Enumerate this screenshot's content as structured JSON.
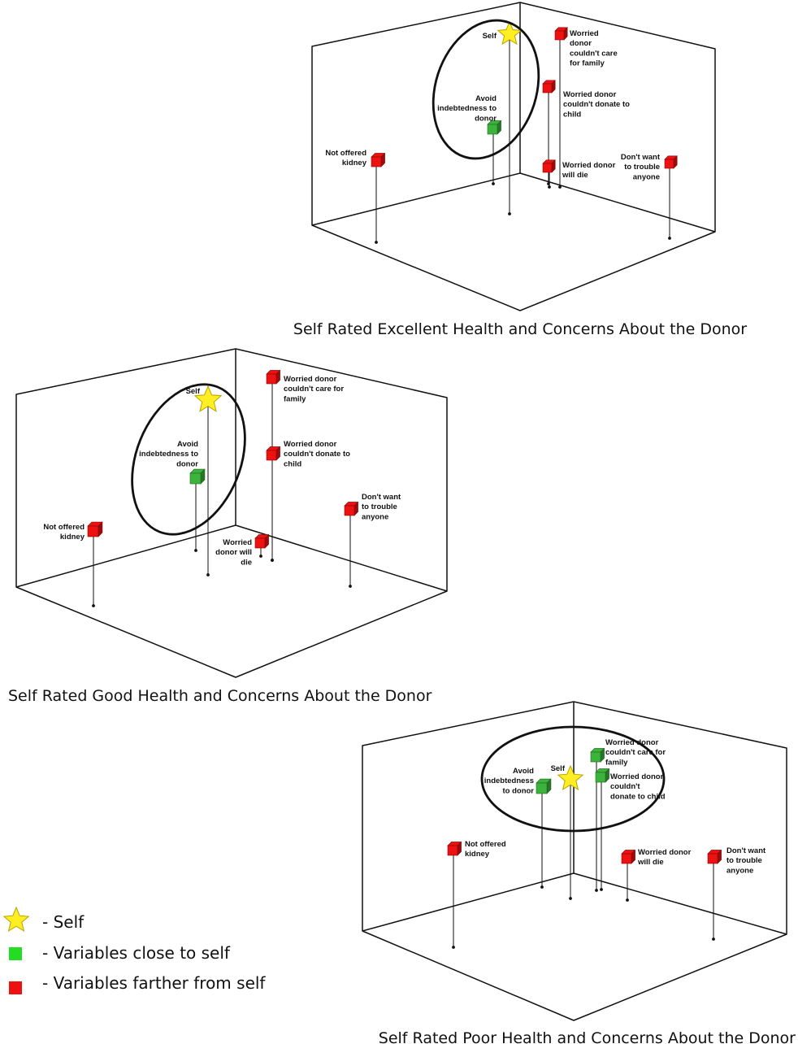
{
  "colors": {
    "self": "#ffee22",
    "close": "#3cb43c",
    "far": "#ee1111",
    "line": "#111111"
  },
  "panels": [
    {
      "title": "Self Rated Excellent Health and Concerns About the Donor",
      "points": [
        {
          "kind": "self",
          "lines": [
            "Self"
          ]
        },
        {
          "kind": "close",
          "lines": [
            "Avoid",
            "indebtedness to",
            "donor"
          ]
        },
        {
          "kind": "far",
          "lines": [
            "Worried",
            "donor",
            "couldn't care",
            "for family"
          ]
        },
        {
          "kind": "far",
          "lines": [
            "Worried donor",
            "couldn't donate to",
            "child"
          ]
        },
        {
          "kind": "far",
          "lines": [
            "Worried donor",
            "will die"
          ]
        },
        {
          "kind": "far",
          "lines": [
            "Don't want",
            "to trouble",
            "anyone"
          ]
        },
        {
          "kind": "far",
          "lines": [
            "Not offered",
            "kidney"
          ]
        }
      ]
    },
    {
      "title": "Self Rated Good Health and Concerns About the Donor",
      "points": [
        {
          "kind": "self",
          "lines": [
            "Self"
          ]
        },
        {
          "kind": "close",
          "lines": [
            "Avoid",
            "indebtedness to",
            "donor"
          ]
        },
        {
          "kind": "far",
          "lines": [
            "Worried donor",
            "couldn't care for",
            "family"
          ]
        },
        {
          "kind": "far",
          "lines": [
            "Worried donor",
            "couldn't donate to",
            "child"
          ]
        },
        {
          "kind": "far",
          "lines": [
            "Don't want",
            "to trouble",
            "anyone"
          ]
        },
        {
          "kind": "far",
          "lines": [
            "Worried",
            "donor will",
            "die"
          ]
        },
        {
          "kind": "far",
          "lines": [
            "Not offered",
            "kidney"
          ]
        }
      ]
    },
    {
      "title": "Self Rated Poor Health and Concerns About the Donor",
      "points": [
        {
          "kind": "self",
          "lines": [
            "Self"
          ]
        },
        {
          "kind": "close",
          "lines": [
            "Avoid",
            "indebtedness",
            "to donor"
          ]
        },
        {
          "kind": "close",
          "lines": [
            "Worried donor",
            "couldn't care for",
            "family"
          ]
        },
        {
          "kind": "close",
          "lines": [
            "Worried donor",
            "couldn't",
            "donate to child"
          ]
        },
        {
          "kind": "far",
          "lines": [
            "Not offered",
            "kidney"
          ]
        },
        {
          "kind": "far",
          "lines": [
            "Worried donor",
            "will die"
          ]
        },
        {
          "kind": "far",
          "lines": [
            "Don't want",
            "to trouble",
            "anyone"
          ]
        }
      ]
    }
  ],
  "legend": [
    {
      "kind": "self",
      "text": "- Self"
    },
    {
      "kind": "close",
      "text": "- Variables close to self"
    },
    {
      "kind": "far",
      "text": "- Variables farther from self"
    }
  ]
}
